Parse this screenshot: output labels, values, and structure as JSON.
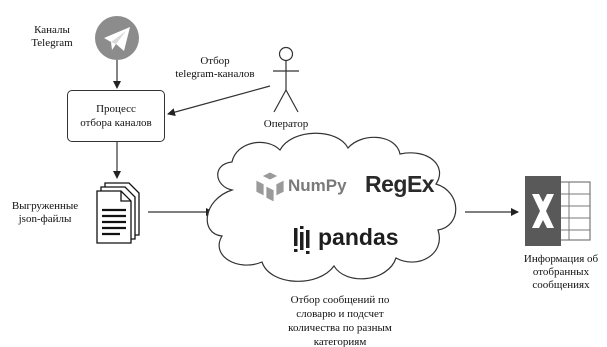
{
  "nodes": {
    "telegram": {
      "label_lines": [
        "Каналы",
        "Telegram"
      ],
      "icon": "telegram-icon"
    },
    "selection_edge": {
      "label_lines": [
        "Отбор",
        "telegram-каналов"
      ]
    },
    "operator": {
      "label": "Оператор",
      "icon": "stick-figure-actor-icon"
    },
    "process": {
      "label_lines": [
        "Процесс",
        "отбора каналов"
      ]
    },
    "files": {
      "label_lines": [
        "Выгруженные",
        "json-файлы"
      ],
      "icon": "document-stack-icon"
    },
    "tools": {
      "numpy": "NumPy",
      "regex": "RegEx",
      "pandas": "pandas",
      "caption_lines": [
        "Отбор сообщений по",
        "словарю и подсчет",
        "количества по разным",
        "категориям"
      ]
    },
    "excel": {
      "label_lines": [
        "Информация об",
        "отобранных",
        "сообщениях"
      ],
      "icon": "excel-icon"
    }
  },
  "colors": {
    "telegram_icon": "#8c8c8c",
    "regex_logo": "#2a2a2a",
    "pandas_logo": "#1e1e1e",
    "numpy_logo": "#7a7a7a",
    "excel_icon": "#595959",
    "line": "#333333"
  }
}
